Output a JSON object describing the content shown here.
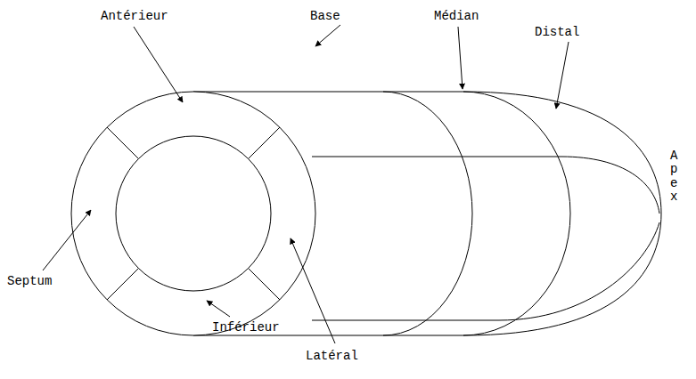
{
  "diagram": {
    "labels": [
      "Antérieur",
      "Base",
      "Médian",
      "Distal",
      "Apex",
      "Septum",
      "Inférieur",
      "Latéral"
    ]
  }
}
